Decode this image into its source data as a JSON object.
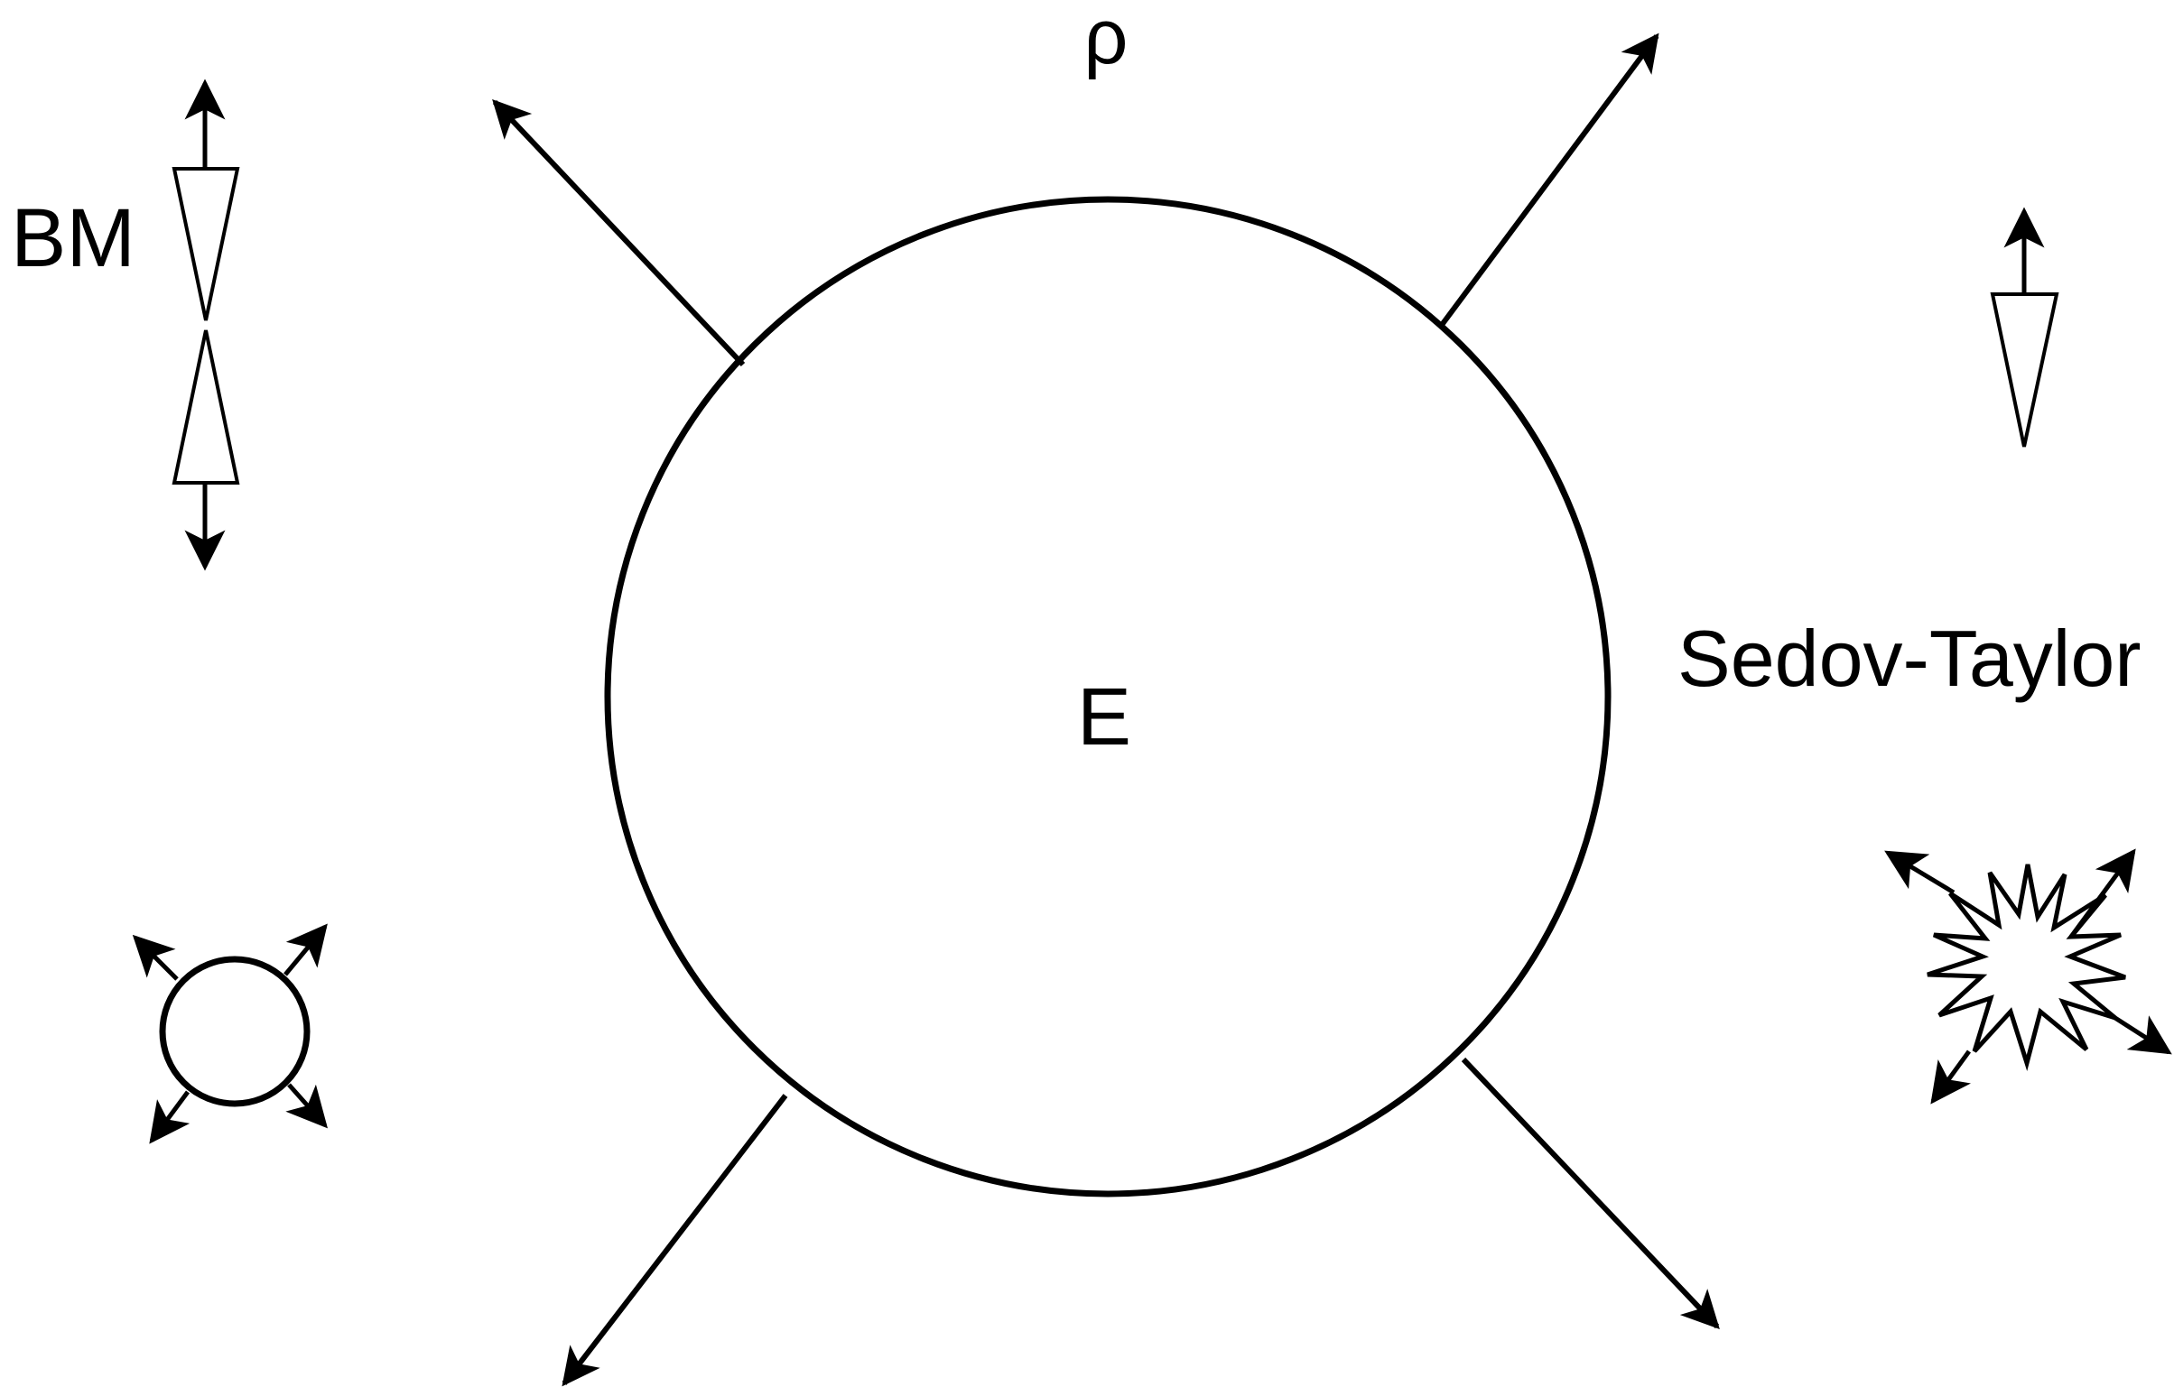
{
  "labels": {
    "density": "ρ",
    "energy": "E",
    "bm": "BM",
    "sedov_taylor": "Sedov-Taylor"
  },
  "colors": {
    "stroke": "#000000",
    "background": "#ffffff"
  }
}
